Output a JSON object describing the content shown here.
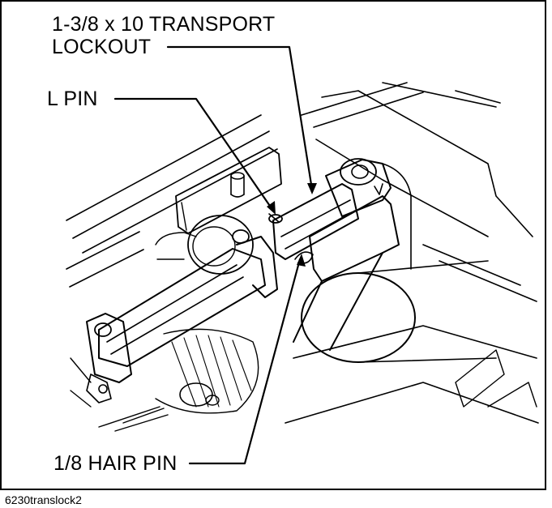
{
  "figure": {
    "callouts": {
      "transport_lockout_line1": "1-3/8 x 10 TRANSPORT",
      "transport_lockout_line2": "LOCKOUT",
      "l_pin": "L PIN",
      "hair_pin": "1/8 HAIR PIN"
    },
    "caption": "6230translock2",
    "colors": {
      "ink": "#000000",
      "paper": "#ffffff"
    }
  }
}
